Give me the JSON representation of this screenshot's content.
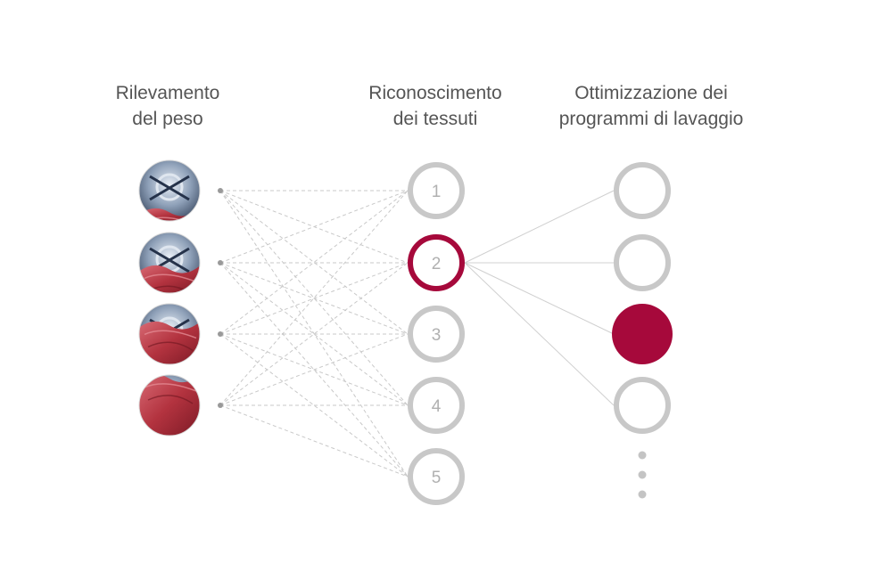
{
  "columns": {
    "weight": {
      "title_line1": "Rilevamento",
      "title_line2": "del peso"
    },
    "fabric": {
      "title_line1": "Riconoscimento",
      "title_line2": "dei tessuti"
    },
    "program": {
      "title_line1": "Ottimizzazione dei",
      "title_line2": "programmi di lavaggio"
    }
  },
  "weight_levels": [
    {
      "name": "load-level-1",
      "fill_fraction": 0.2
    },
    {
      "name": "load-level-2",
      "fill_fraction": 0.45
    },
    {
      "name": "load-level-3",
      "fill_fraction": 0.7
    },
    {
      "name": "load-level-4",
      "fill_fraction": 1.0
    }
  ],
  "fabric_nodes": [
    "1",
    "2",
    "3",
    "4",
    "5"
  ],
  "fabric_selected": "2",
  "program_nodes": [
    {
      "state": "empty"
    },
    {
      "state": "empty"
    },
    {
      "state": "filled"
    },
    {
      "state": "empty"
    }
  ],
  "more_indicator": "ellipsis-vertical",
  "colors": {
    "accent": "#a6093b",
    "node_ring": "#c8c8c8",
    "node_number": "#b0b0b0",
    "fabric": "#b9404d",
    "drum_metal": "#7e8fa6",
    "dashed_line": "#c9c9c9",
    "solid_line": "#d0d0d0",
    "dot": "#999999",
    "title_text": "#555555"
  }
}
